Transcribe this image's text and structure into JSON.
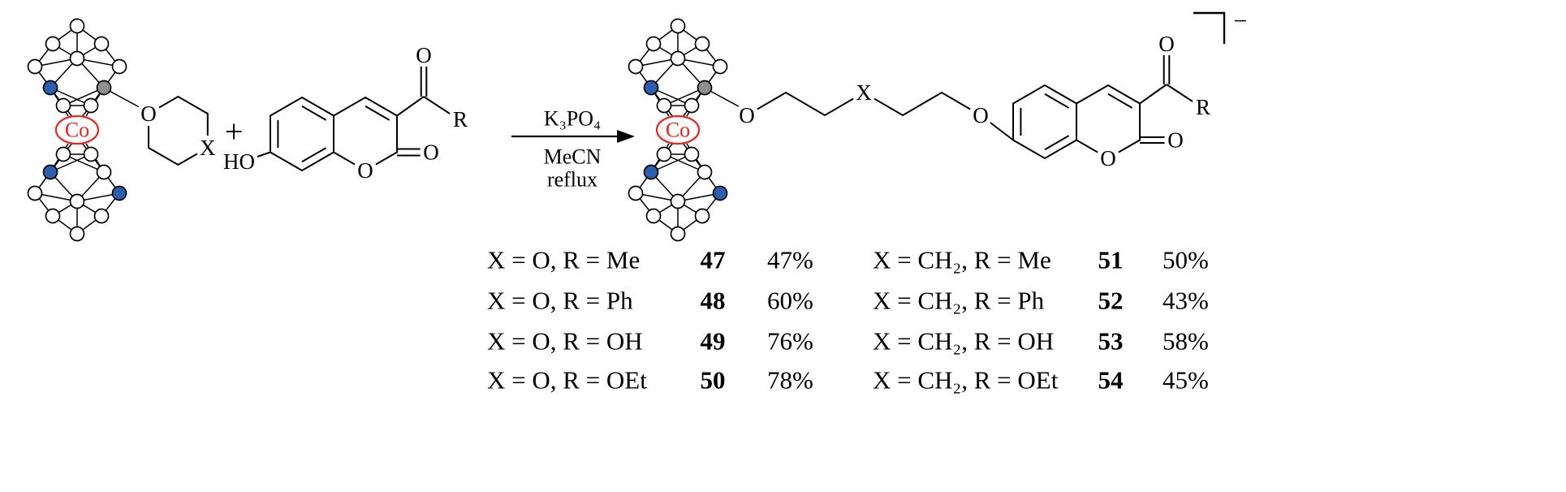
{
  "scheme": {
    "plus": "+",
    "metal_label": "Co",
    "atom_o": "O",
    "atom_x": "X",
    "group_ho": "HO",
    "group_r": "R",
    "charge": "−",
    "conditions": {
      "reagent": "K₃PO₄",
      "solvent": "MeCN",
      "temperature": "reflux"
    }
  },
  "results": {
    "left": [
      {
        "condition": "X = O, R = Me",
        "compound": "47",
        "yield": "47%"
      },
      {
        "condition": "X = O, R = Ph",
        "compound": "48",
        "yield": "60%"
      },
      {
        "condition": "X = O, R = OH",
        "compound": "49",
        "yield": "76%"
      },
      {
        "condition": "X = O, R = OEt",
        "compound": "50",
        "yield": "78%"
      }
    ],
    "right": [
      {
        "condition": "X = CH₂, R = Me",
        "compound": "51",
        "yield": "50%"
      },
      {
        "condition": "X = CH₂, R = Ph",
        "compound": "52",
        "yield": "43%"
      },
      {
        "condition": "X = CH₂, R = OH",
        "compound": "53",
        "yield": "58%"
      },
      {
        "condition": "X = CH₂, R = OEt",
        "compound": "54",
        "yield": "45%"
      }
    ]
  },
  "colors": {
    "boron_vertex_blue": "#2b5fad",
    "carbon_vertex_gray": "#8f8f8f",
    "cobalt_red": "#e8251f"
  }
}
